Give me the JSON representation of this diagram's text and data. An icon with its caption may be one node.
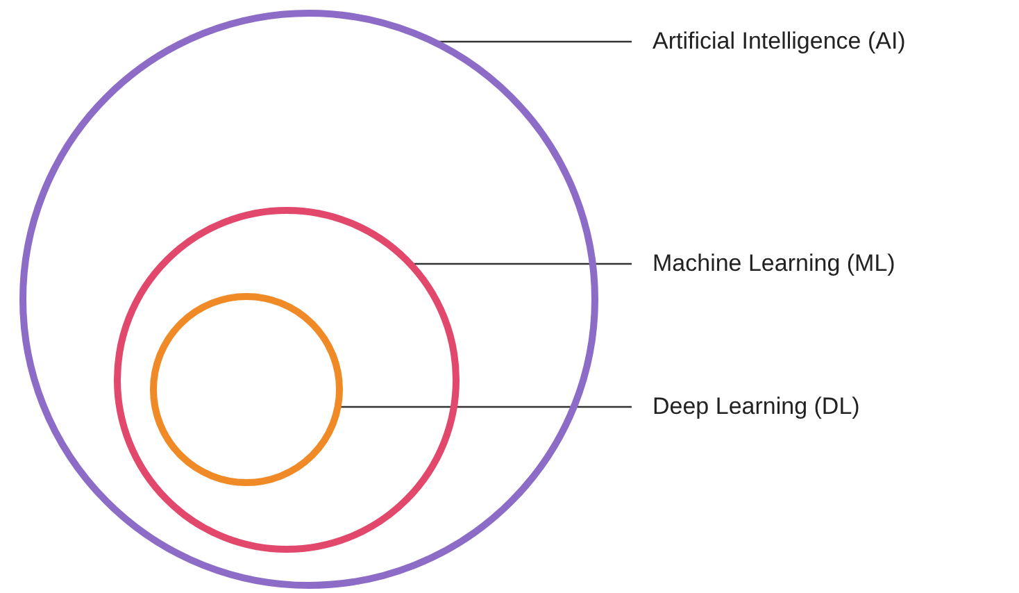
{
  "diagram": {
    "nodes": [
      {
        "text": [],
        "shape": "circle"
      },
      {
        "text": [],
        "shape": "circle",
        "in": 0
      },
      {
        "text": [],
        "shape": "circle",
        "in": 1
      },
      {
        "text": [
          "Artificial Intelligence (AI)"
        ]
      },
      {
        "text": [
          "Machine Learning (ML)"
        ]
      },
      {
        "text": [
          "Deep Learning (DL)"
        ]
      }
    ],
    "edges": [
      {
        "from": 3,
        "to": 0,
        "arrow": "none"
      },
      {
        "from": 4,
        "to": 1,
        "arrow": "none"
      },
      {
        "from": 5,
        "to": 2,
        "arrow": "none"
      }
    ]
  }
}
